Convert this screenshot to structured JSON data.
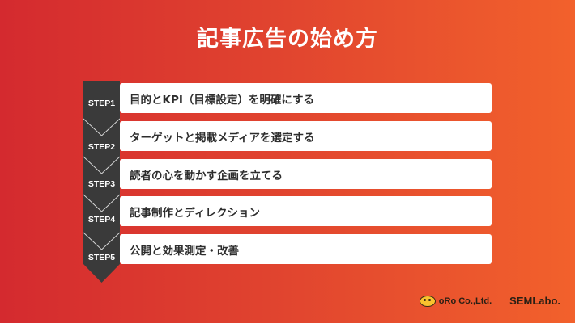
{
  "title": "記事広告の始め方",
  "steps": [
    {
      "label": "STEP1",
      "text": "目的とKPI（目標設定）を明確にする"
    },
    {
      "label": "STEP2",
      "text": "ターゲットと掲載メディアを選定する"
    },
    {
      "label": "STEP3",
      "text": "読者の心を動かす企画を立てる"
    },
    {
      "label": "STEP4",
      "text": "記事制作とディレクション"
    },
    {
      "label": "STEP5",
      "text": "公開と効果測定・改善"
    }
  ],
  "logos": {
    "oro": "oRo Co.,Ltd.",
    "semlabo": "SEMLabo."
  },
  "colors": {
    "gradient_start": "#d42a2f",
    "gradient_end": "#f2612c",
    "arrow": "#3a3a3a",
    "box": "#ffffff"
  }
}
